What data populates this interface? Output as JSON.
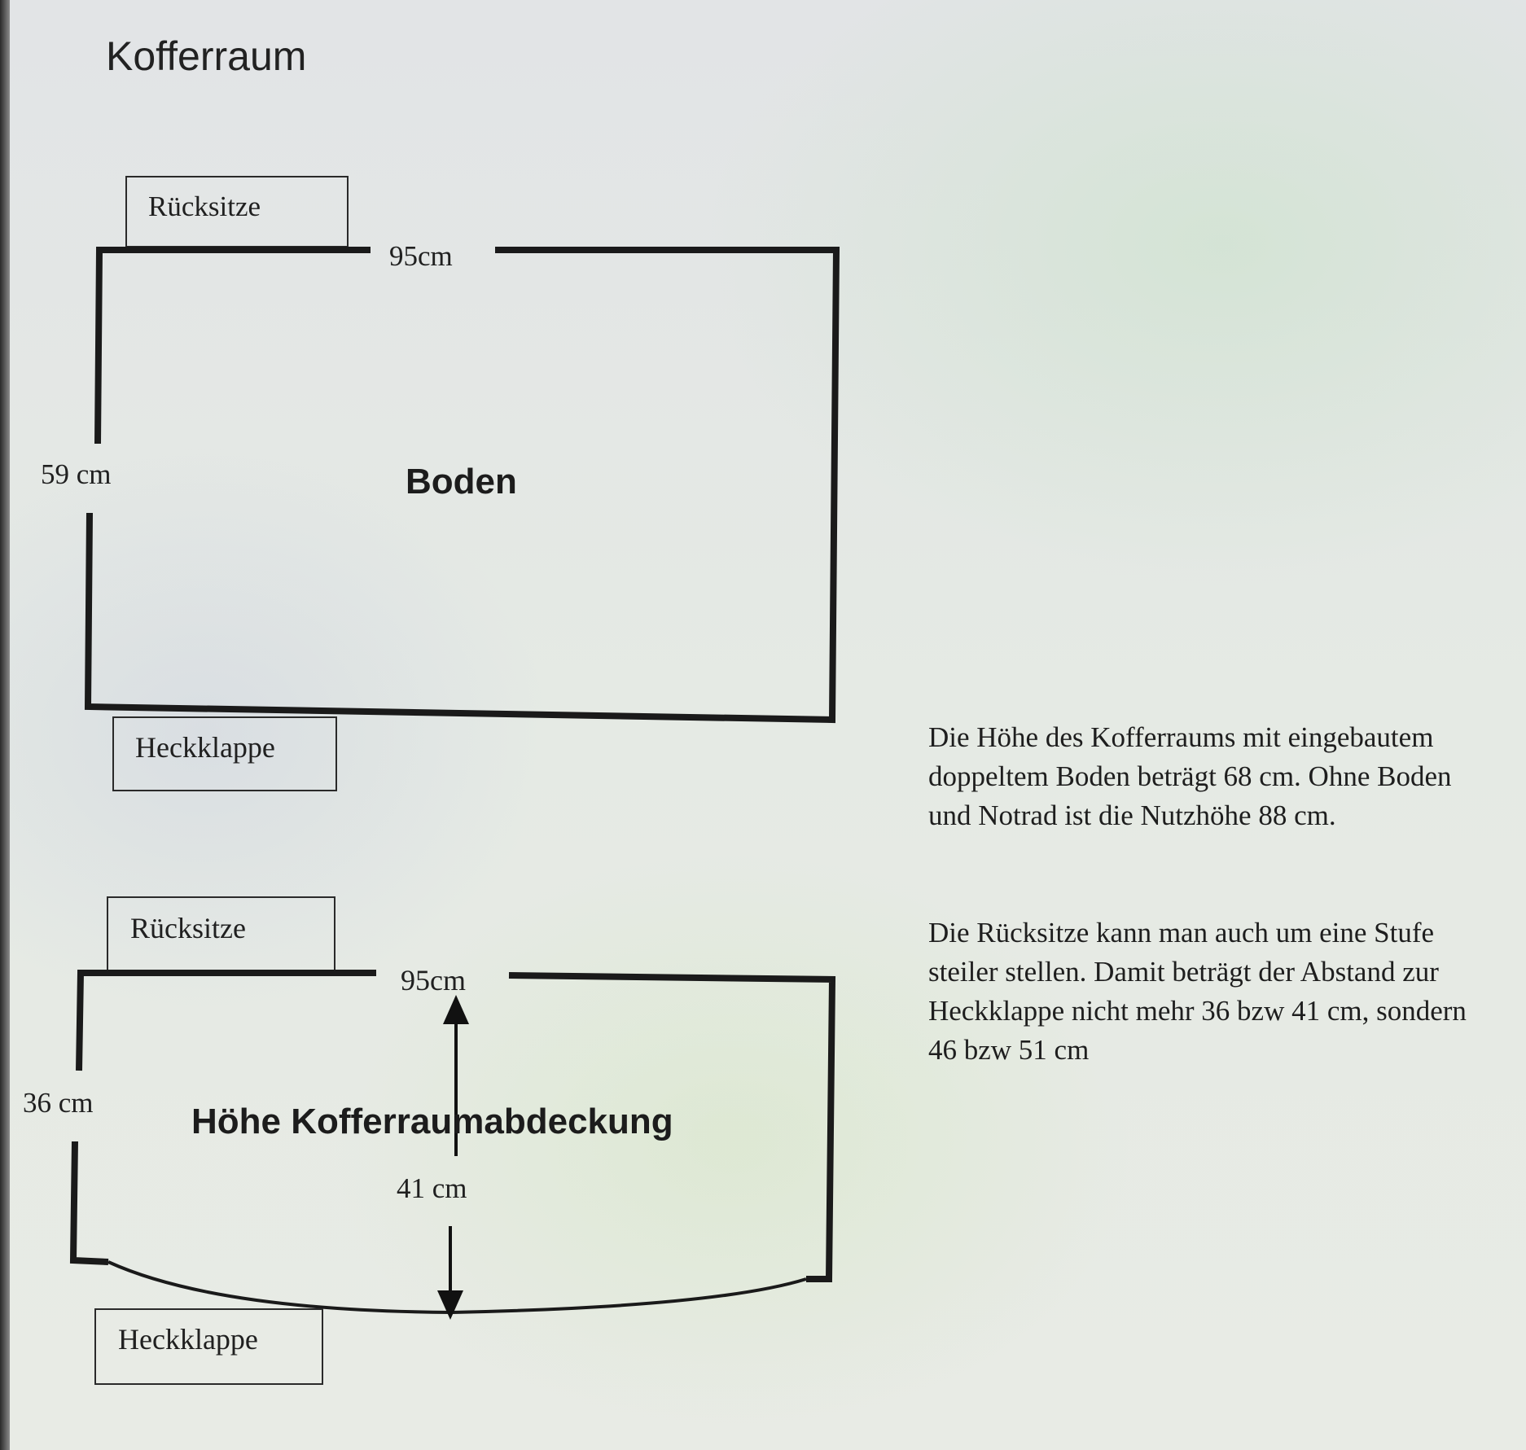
{
  "title": "Kofferraum",
  "diagram_top": {
    "rear_seats_label": "Rücksitze",
    "width_label": "95cm",
    "depth_label": "59 cm",
    "center_label": "Boden",
    "tailgate_label": "Heckklappe"
  },
  "diagram_bottom": {
    "rear_seats_label": "Rücksitze",
    "width_label": "95cm",
    "depth_label": "36 cm",
    "center_label": "Höhe Kofferraumabdeckung",
    "center_depth_label": "41 cm",
    "tailgate_label": "Heckklappe"
  },
  "description": {
    "paragraph_1": "Die Höhe des Kofferraums mit eingebautem doppeltem Boden beträgt 68 cm. Ohne Boden und Notrad ist die Nutzhöhe 88 cm.",
    "paragraph_2": "Die Rücksitze kann man auch um eine Stufe steiler stellen. Damit beträgt der Abstand zur Heckklappe nicht mehr 36 bzw 41 cm, sondern 46 bzw 51 cm"
  }
}
